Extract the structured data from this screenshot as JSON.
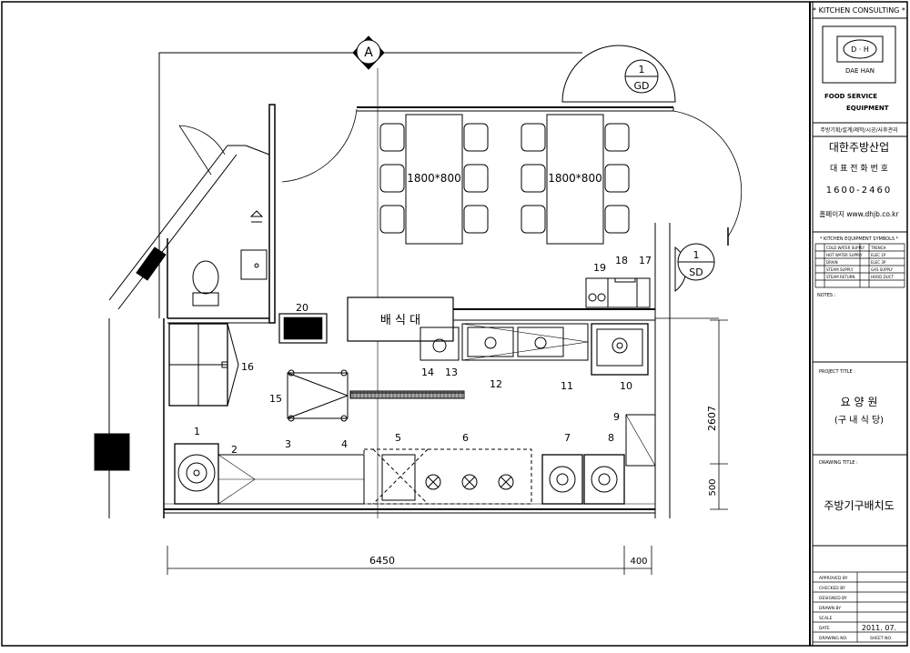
{
  "title_block": {
    "header": "* KITCHEN CONSULTING *",
    "logo_letters": "D · H",
    "logo_name": "DAE HAN",
    "logo_line1": "FOOD SERVICE",
    "logo_line2": "EQUIPMENT",
    "services": "주방기획/설계/제작/시공/사후관리",
    "company": "대한주방산업",
    "phone_label": "대 표 전 화 번 호",
    "phone": "1600-2460",
    "homepage": "홈페이지 www.dhjb.co.kr",
    "symbol_header": "* KITCHEN EQUIPMENT SYMBOLS *",
    "symbols": [
      {
        "left": "COLD WATER SUPPLY",
        "right": "TRENCH"
      },
      {
        "left": "HOT WATER SUPPLY",
        "right": "ELEC 1P"
      },
      {
        "left": "DRAIN",
        "right": "ELEC 3P"
      },
      {
        "left": "STEAM SUPPLY",
        "right": "GAS SUPPLY"
      },
      {
        "left": "STEAM RETURN",
        "right": "HOOD DUCT"
      }
    ],
    "notes_label": "NOTES :",
    "project_label": "PROJECT TITLE :",
    "project_name": "요 양 원",
    "project_sub": "(구 내 식 당)",
    "drawing_label": "DRAWING TITLE :",
    "drawing_name": "주방기구배치도",
    "rows": [
      {
        "label": "APPROVED BY",
        "value": ""
      },
      {
        "label": "CHECKED BY",
        "value": ""
      },
      {
        "label": "DESIGNED BY",
        "value": ""
      },
      {
        "label": "DRAWN BY",
        "value": ""
      },
      {
        "label": "SCALE",
        "value": ""
      },
      {
        "label": "DATE",
        "value": "2011. 07."
      },
      {
        "label": "DRAWING NO.",
        "value": "SHEET NO."
      }
    ]
  },
  "plan": {
    "section_tag": "A",
    "gd_number": "1",
    "gd_label": "GD",
    "sd_number": "1",
    "sd_label": "SD",
    "table_label": "1800*800",
    "serving_counter": "배 식 대",
    "dim_total_width": "6450",
    "dim_side": "400",
    "dim_vertical": "2607",
    "dim_vertical_small": "500",
    "item_numbers": [
      "1",
      "2",
      "3",
      "4",
      "5",
      "6",
      "7",
      "8",
      "9",
      "10",
      "11",
      "12",
      "13",
      "14",
      "15",
      "16",
      "17",
      "18",
      "19",
      "20"
    ]
  }
}
